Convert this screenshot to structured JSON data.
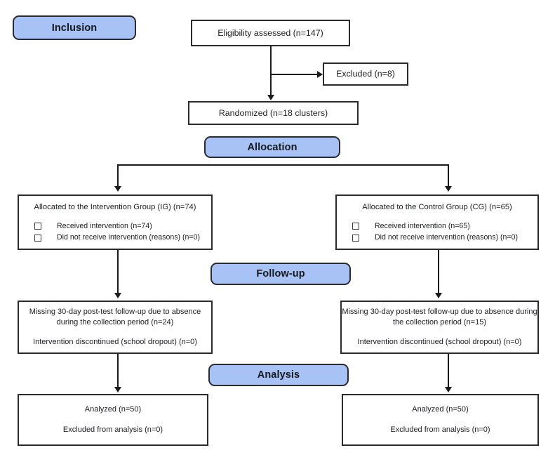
{
  "diagram": {
    "title": "CONSORT participant flow diagram",
    "colors": {
      "stage_badge_fill": "#a7c3f5",
      "stage_badge_border": "#2b2b2b",
      "box_border": "#2b2b2b",
      "connector": "#1a1a1a",
      "background": "#ffffff",
      "text": "#1b1d21"
    }
  },
  "stages": {
    "inclusion": "Inclusion",
    "allocation": "Allocation",
    "followup": "Follow-up",
    "analysis": "Analysis"
  },
  "inclusion_section": {
    "eligibility": "Eligibility assessed (n=147)",
    "excluded": "Excluded (n=8)",
    "randomized": "Randomized (n=18 clusters)"
  },
  "allocation_section": {
    "intervention": {
      "title": "Allocated to the Intervention Group (IG) (n=74)",
      "items": [
        "Received intervention (n=74)",
        "Did not receive intervention (reasons) (n=0)"
      ]
    },
    "control": {
      "title": "Allocated to the Control Group (CG) (n=65)",
      "items": [
        "Received intervention (n=65)",
        "Did not receive intervention (reasons) (n=0)"
      ]
    }
  },
  "followup_section": {
    "intervention": {
      "line1": "Missing 30-day post-test follow-up due to absence during the collection period (n=24)",
      "line2": "Intervention discontinued (school dropout) (n=0)"
    },
    "control": {
      "line1": "Missing 30-day post-test follow-up due to absence during the collection period (n=15)",
      "line2": "Intervention discontinued (school dropout) (n=0)"
    }
  },
  "analysis_section": {
    "intervention": {
      "line1": "Analyzed (n=50)",
      "line2": "Excluded from analysis (n=0)"
    },
    "control": {
      "line1": "Analyzed (n=50)",
      "line2": "Excluded from analysis (n=0)"
    }
  }
}
